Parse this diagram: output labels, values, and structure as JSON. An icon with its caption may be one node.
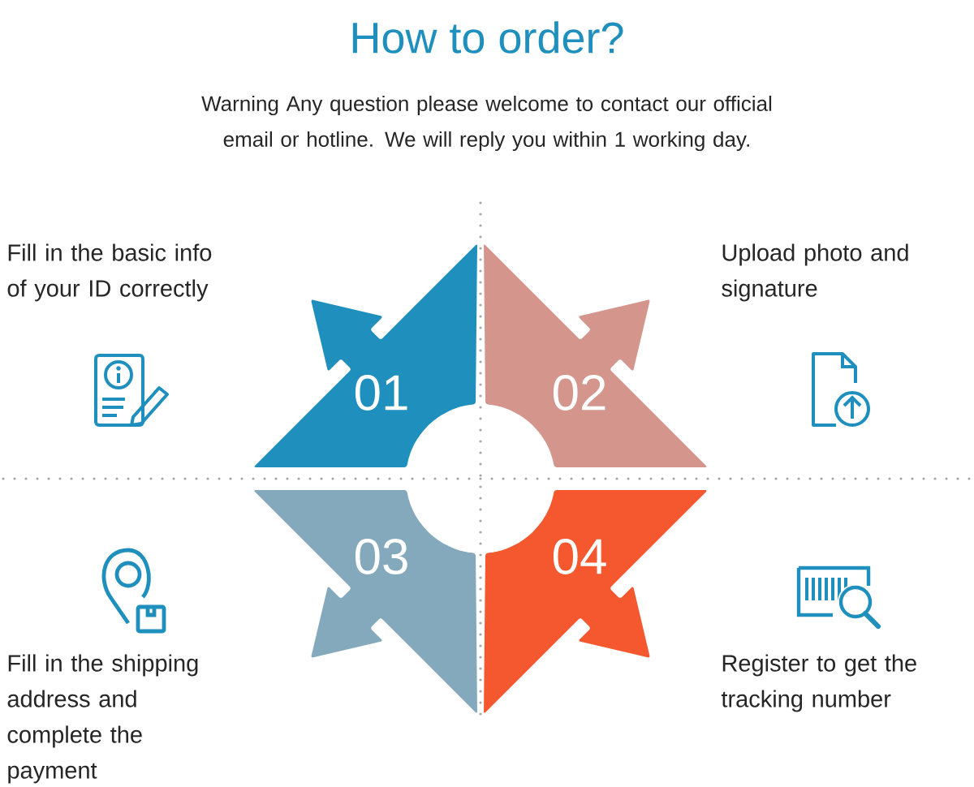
{
  "diagram": {
    "title": "How to order?",
    "nodes": [
      {
        "text": [
          "01"
        ],
        "beside": [
          "Fill in the basic info of your ID correctly"
        ]
      },
      {
        "text": [
          "02"
        ],
        "beside": [
          "Upload photo and signature"
        ]
      },
      {
        "text": [
          "03"
        ],
        "beside": [
          "Fill in the shipping address and complete the payment"
        ]
      },
      {
        "text": [
          "04"
        ],
        "beside": [
          "Register to get the tracking number"
        ]
      }
    ],
    "labels": [
      "Warning Any question please welcome to contact our official email or hotline. We will reply you within 1 working day."
    ]
  }
}
